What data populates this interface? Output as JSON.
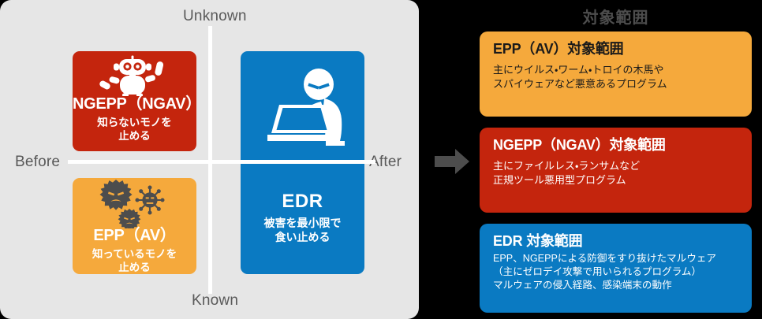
{
  "matrix": {
    "axes": {
      "top_label": "Unknown",
      "bottom_label": "Known",
      "left_label": "Before",
      "right_label": "After"
    },
    "quadrants": [
      {
        "id": "ngepp",
        "title": "NGEPP（NGAV）",
        "subtitle_line1": "知らないモノを",
        "subtitle_line2": "止める",
        "icon": "robot-icon",
        "color": "#c4250d",
        "position": "top-left"
      },
      {
        "id": "epp",
        "title": "EPP（AV）",
        "subtitle_line1": "知っているモノを",
        "subtitle_line2": "止める",
        "icon": "virus-icon",
        "color": "#f5a93c",
        "position": "bottom-left"
      },
      {
        "id": "edr",
        "title": "EDR",
        "subtitle_line1": "被害を最小限で",
        "subtitle_line2": "食い止める",
        "icon": "hacker-icon",
        "color": "#0a7ac2",
        "position": "right"
      }
    ],
    "panel_background": "#e6e6e6",
    "axis_color": "#ffffff"
  },
  "arrow": {
    "direction": "right",
    "color": "#4d4d4d",
    "icon": "arrow-right-icon"
  },
  "scope": {
    "heading": "対象範囲",
    "heading_color": "#4d4d4d",
    "cards": [
      {
        "id": "epp",
        "title": "EPP（AV）対象範囲",
        "body_line1": "主にウイルス・ワーム・トロイの木馬や",
        "body_line2": "スパイウェアなど悪意あるプログラム",
        "body_line3": "",
        "color": "#f5a93c",
        "text_color": "#1a1a1a"
      },
      {
        "id": "ngepp",
        "title": "NGEPP（NGAV）対象範囲",
        "body_line1": "主にファイルレス・ランサムなど",
        "body_line2": "正規ツール悪用型プログラム",
        "body_line3": "",
        "color": "#c4250d",
        "text_color": "#ffffff"
      },
      {
        "id": "edr",
        "title": "EDR 対象範囲",
        "body_line1": "EPP、NGEPPによる防御をすり抜けたマルウェア",
        "body_line2": "（主にゼロデイ攻撃で用いられるプログラム）",
        "body_line3": "マルウェアの侵入経路、感染端末の動作",
        "color": "#0a7ac2",
        "text_color": "#ffffff"
      }
    ]
  }
}
